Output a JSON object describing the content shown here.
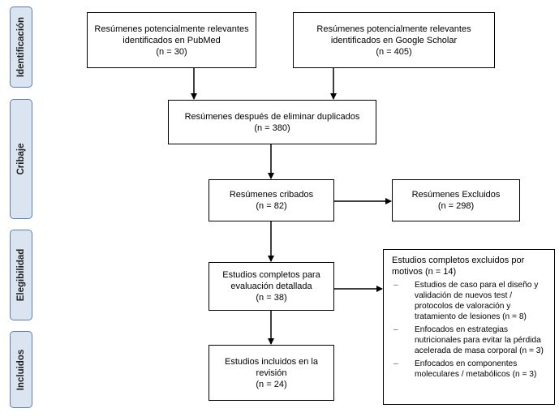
{
  "phases": [
    "Identificación",
    "Cribaje",
    "Elegibilidad",
    "Incluidos"
  ],
  "boxes": {
    "pubmed": {
      "line1": "Resúmenes potencialmente relevantes",
      "line2": "identificados en PubMed",
      "count": "(n = 30)"
    },
    "scholar": {
      "line1": "Resúmenes potencialmente relevantes",
      "line2": "identificados en Google Scholar",
      "count": "(n = 405)"
    },
    "duplicados": {
      "line1": "Resúmenes después de eliminar duplicados",
      "count": "(n = 380)"
    },
    "cribados": {
      "line1": "Resúmenes cribados",
      "count": "(n = 82)"
    },
    "excluidos": {
      "line1": "Resúmenes Excluidos",
      "count": "(n = 298)"
    },
    "elegibilidad": {
      "line1": "Estudios completos para",
      "line2": "evaluación detallada",
      "count": "(n = 38)"
    },
    "incluidos": {
      "line1": "Estudios incluidos en la",
      "line2": "revisión",
      "count": "(n = 24)"
    },
    "motivos": {
      "head1": "Estudios completos excluidos por",
      "head2": "motivos (n = 14)",
      "items": [
        "Estudios de caso para el diseño y validación de nuevos test / protocolos de valoración y tratamiento de lesiones (n = 8)",
        "Enfocados en estrategias nutricionales para evitar la pérdida acelerada de masa corporal (n = 3)",
        "Enfocados en componentes moleculares / metabólicos (n = 3)"
      ]
    }
  }
}
